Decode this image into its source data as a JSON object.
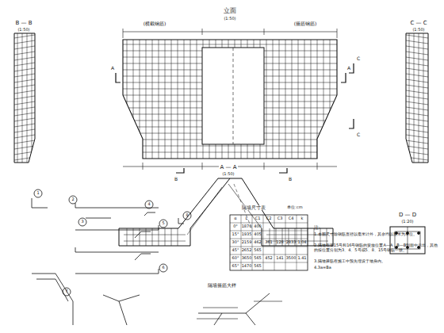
{
  "diagram": {
    "labels": [
      "B — B",
      "(1:50)",
      "立面",
      "(1:50)",
      "(横截钢筋)",
      "(箍筋钢筋)",
      "C — C",
      "(1:50)",
      "A — A",
      "(1:50)",
      "D — D",
      "(1:20)",
      "A",
      "A",
      "B",
      "B",
      "C",
      "C",
      "隔墙尺寸表",
      "单位:cm",
      "隔墙箍筋大样",
      "1",
      "2",
      "3",
      "4",
      "5",
      "6",
      "7",
      "8",
      "α",
      "L",
      "C1",
      "C2",
      "C3",
      "C4",
      "k",
      "0°",
      "1870",
      "400",
      "15°",
      "1935",
      "405",
      "30°",
      "2159",
      "462",
      "361",
      "128",
      "2833",
      "1.04",
      "45°",
      "2652",
      "565",
      "60°",
      "3650",
      "565",
      "452",
      "141",
      "3500",
      "1.41",
      "65°",
      "1470",
      "565",
      "注:",
      "1.本图尺寸除钢筋直径以毫米计外，其余均以厘米为单位。",
      "2.隔墙在第15号和16号钢筋的安放位置A—A，B—B剖面中示出，其他的按位置分别为3、4、5号或5、8、15号钢筋一致。",
      "3.隔墙箍筋在施工中预先埋设于墙身内。",
      "4.3a=Ba"
    ]
  }
}
